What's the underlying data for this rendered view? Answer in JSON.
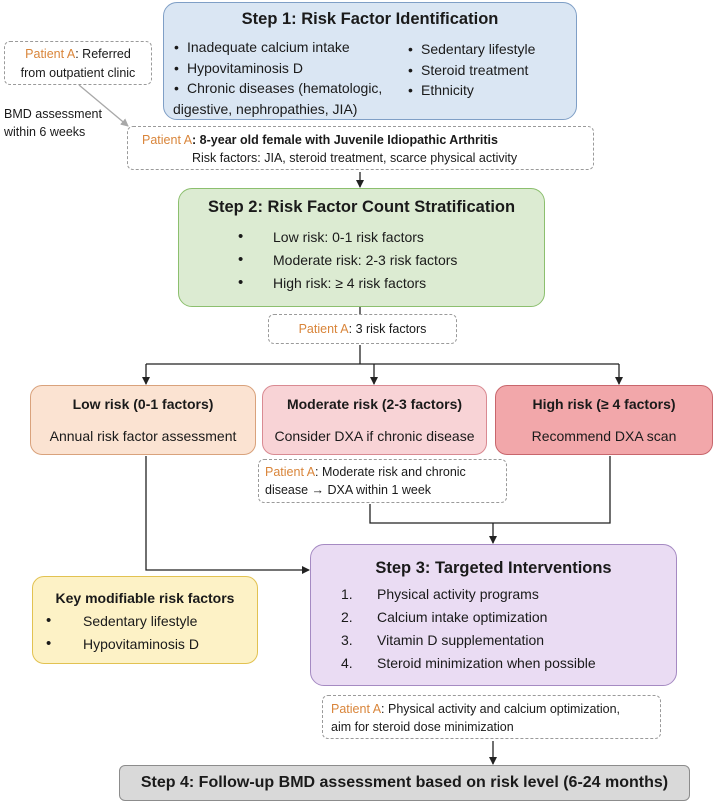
{
  "step1": {
    "title": "Step 1: Risk Factor Identification",
    "left_items": [
      "Inadequate calcium intake",
      "Hypovitaminosis D",
      "Chronic diseases (hematologic,"
    ],
    "left_continuation": "digestive, nephropathies, JIA)",
    "right_items": [
      "Sedentary lifestyle",
      "Steroid treatment",
      "Ethnicity"
    ]
  },
  "note_referral": {
    "patient": "Patient A",
    "text_a": ": Referred",
    "text_b": "from outpatient clinic"
  },
  "bmd_note": {
    "line1": "BMD assessment",
    "line2": "within 6 weeks"
  },
  "note_patient": {
    "patient": "Patient A",
    "headline": ": 8-year old female with Juvenile Idiopathic Arthritis",
    "risk_factors": "Risk factors: JIA, steroid treatment, scarce physical activity"
  },
  "step2": {
    "title": "Step 2: Risk Factor Count Stratification",
    "items": [
      "Low risk: 0-1 risk factors",
      "Moderate  risk: 2-3 risk factors",
      "High risk:  ≥ 4 risk factors"
    ]
  },
  "note_count": {
    "patient": "Patient A",
    "text": ": 3 risk factors"
  },
  "risk_levels": {
    "low": {
      "title": "Low risk (0-1 factors)",
      "action": "Annual risk factor assessment"
    },
    "moderate": {
      "title": "Moderate risk (2-3 factors)",
      "action": "Consider DXA if chronic disease"
    },
    "high": {
      "title": "High risk (≥ 4 factors)",
      "action": "Recommend  DXA scan"
    }
  },
  "note_moderate": {
    "patient": "Patient A",
    "text_a": ": Moderate risk and chronic",
    "text_b": "disease → DXA within 1 week"
  },
  "step3": {
    "title": "Step 3: Targeted Interventions",
    "items": [
      {
        "num": "1.",
        "text": "Physical activity programs"
      },
      {
        "num": "2.",
        "text": "Calcium intake optimization"
      },
      {
        "num": "3.",
        "text": "Vitamin D supplementation"
      },
      {
        "num": "4.",
        "text": "Steroid minimization when possible"
      }
    ]
  },
  "key_factors": {
    "title": "Key modifiable risk factors",
    "items": [
      "Sedentary lifestyle",
      "Hypovitaminosis D"
    ]
  },
  "note_interventions": {
    "patient": "Patient A",
    "text_a": ": Physical activity and calcium optimization,",
    "text_b": "aim for steroid dose minimization"
  },
  "step4": {
    "title": "Step 4: Follow-up BMD assessment based on risk level (6-24 months)"
  },
  "colors": {
    "step1": "#dae6f3",
    "step2": "#dcebd2",
    "step3": "#eadcf3",
    "step4": "#d9d9d9",
    "low": "#fbe3d2",
    "moderate": "#f8d3d6",
    "high": "#f2a7aa",
    "key": "#fdf2c6",
    "patient": "#d9853a"
  }
}
